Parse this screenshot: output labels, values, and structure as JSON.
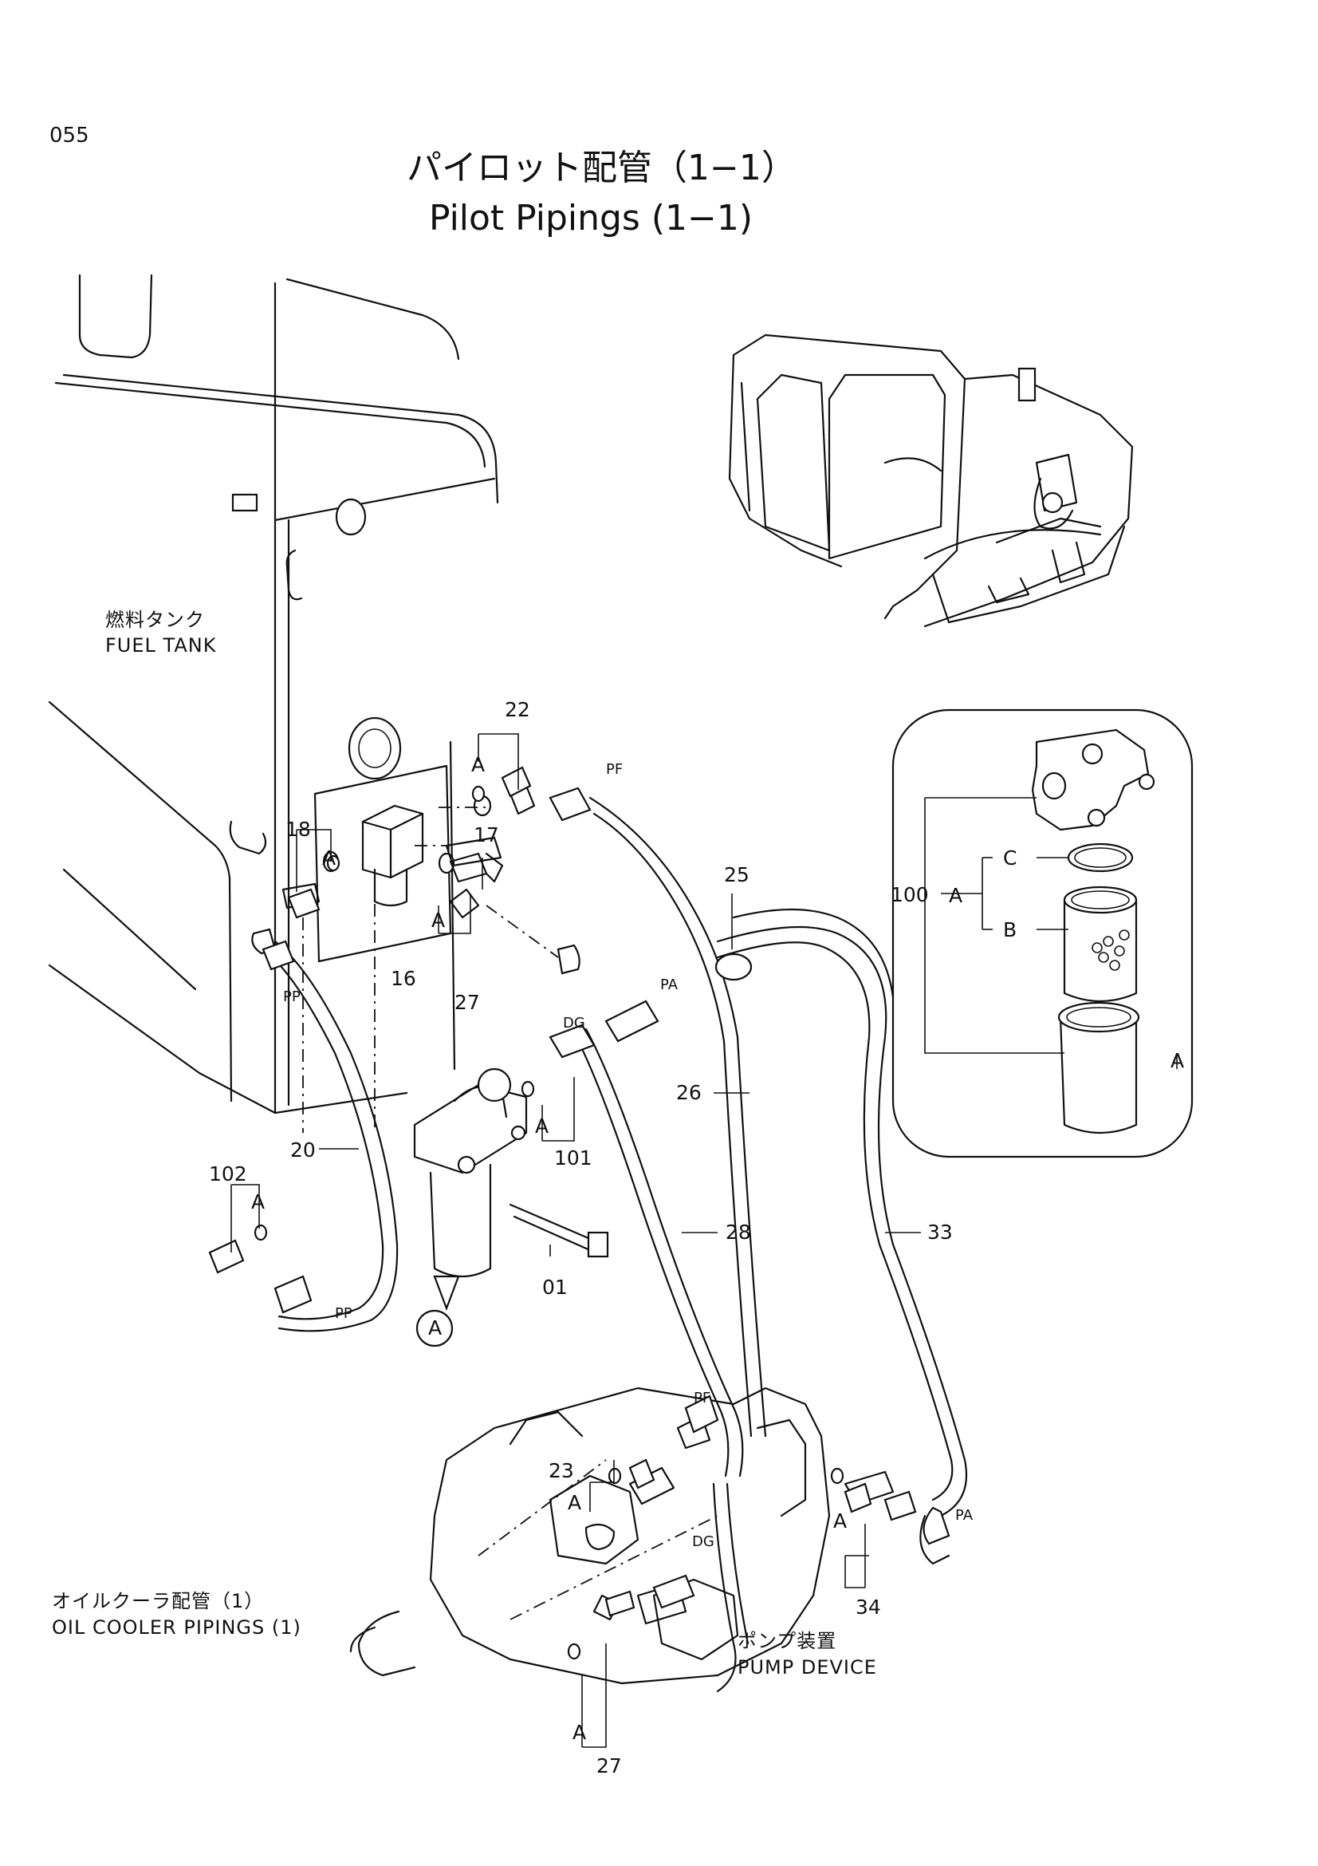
{
  "page_number": "055",
  "title_jp": "パイロット配管（1−1）",
  "title_en": "Pilot Pipings (1−1)",
  "labels": {
    "fuel_tank_jp": "燃料タンク",
    "fuel_tank_en": "FUEL TANK",
    "oil_cooler_jp": "オイルクーラ配管（1）",
    "oil_cooler_en": "OIL COOLER PIPINGS (1)",
    "pump_jp": "ポンプ装置",
    "pump_en": "PUMP DEVICE"
  },
  "callouts": {
    "c22": "22",
    "c18": "18",
    "c17": "17",
    "c16": "16",
    "c27a": "27",
    "c25": "25",
    "c100": "100",
    "c20": "20",
    "c102": "102",
    "c101": "101",
    "c26": "26",
    "c28": "28",
    "c33": "33",
    "c01": "01",
    "c23": "23",
    "c34": "34",
    "c27b": "27"
  },
  "letters": {
    "A": "A",
    "B": "B",
    "C": "C"
  },
  "hose_tags": {
    "PF": "PF",
    "PP": "PP",
    "PA": "PA",
    "DG": "DG"
  }
}
